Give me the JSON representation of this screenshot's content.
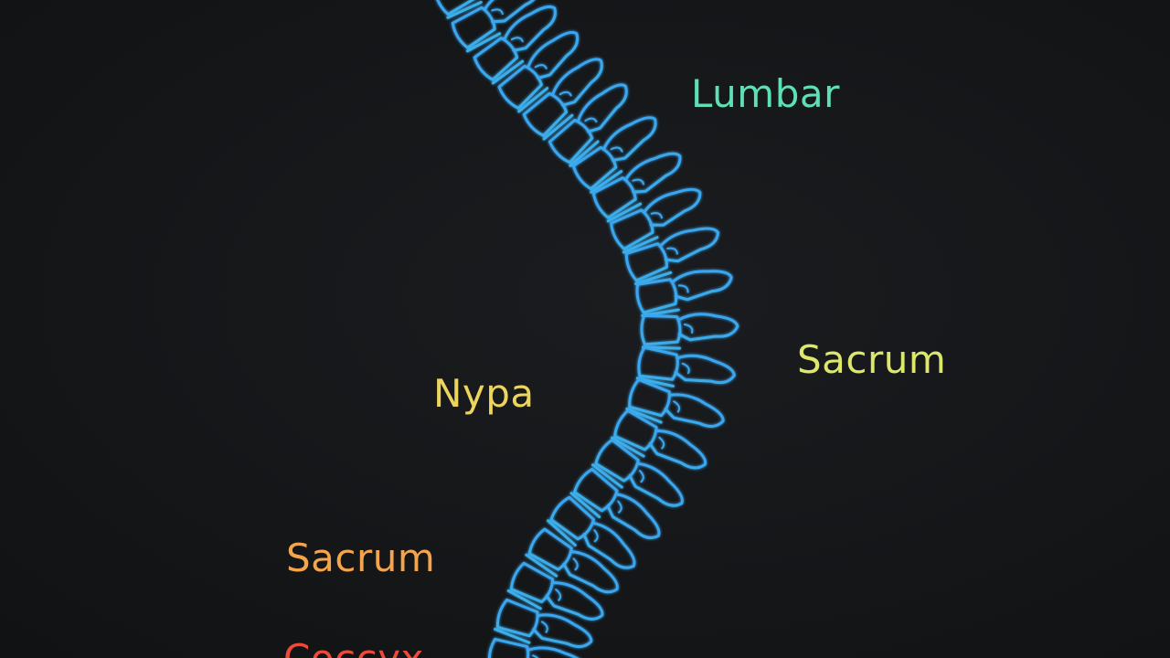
{
  "labels": {
    "lumbar": "Lumbar",
    "sacrum_right": "Sacrum",
    "nypa": "Nypa",
    "sacrum_left": "Sacrum",
    "coccyx": "Coccyx"
  },
  "colors": {
    "background": "#141618",
    "gradient": [
      "#3aa6f0",
      "#45d6c8",
      "#58e08a",
      "#b4ec3c",
      "#f0e040",
      "#f8b23a",
      "#f47a36",
      "#ec3e34"
    ],
    "lumbar_label": "#5fe0b4",
    "sacrum_right_label": "#dde86a",
    "nypa_label": "#ecd45e",
    "sacrum_left_label": "#f4a44c",
    "coccyx_label": "#ee4a3a"
  },
  "figure": {
    "subject": "spine-outline",
    "vertebra_count": 22
  }
}
